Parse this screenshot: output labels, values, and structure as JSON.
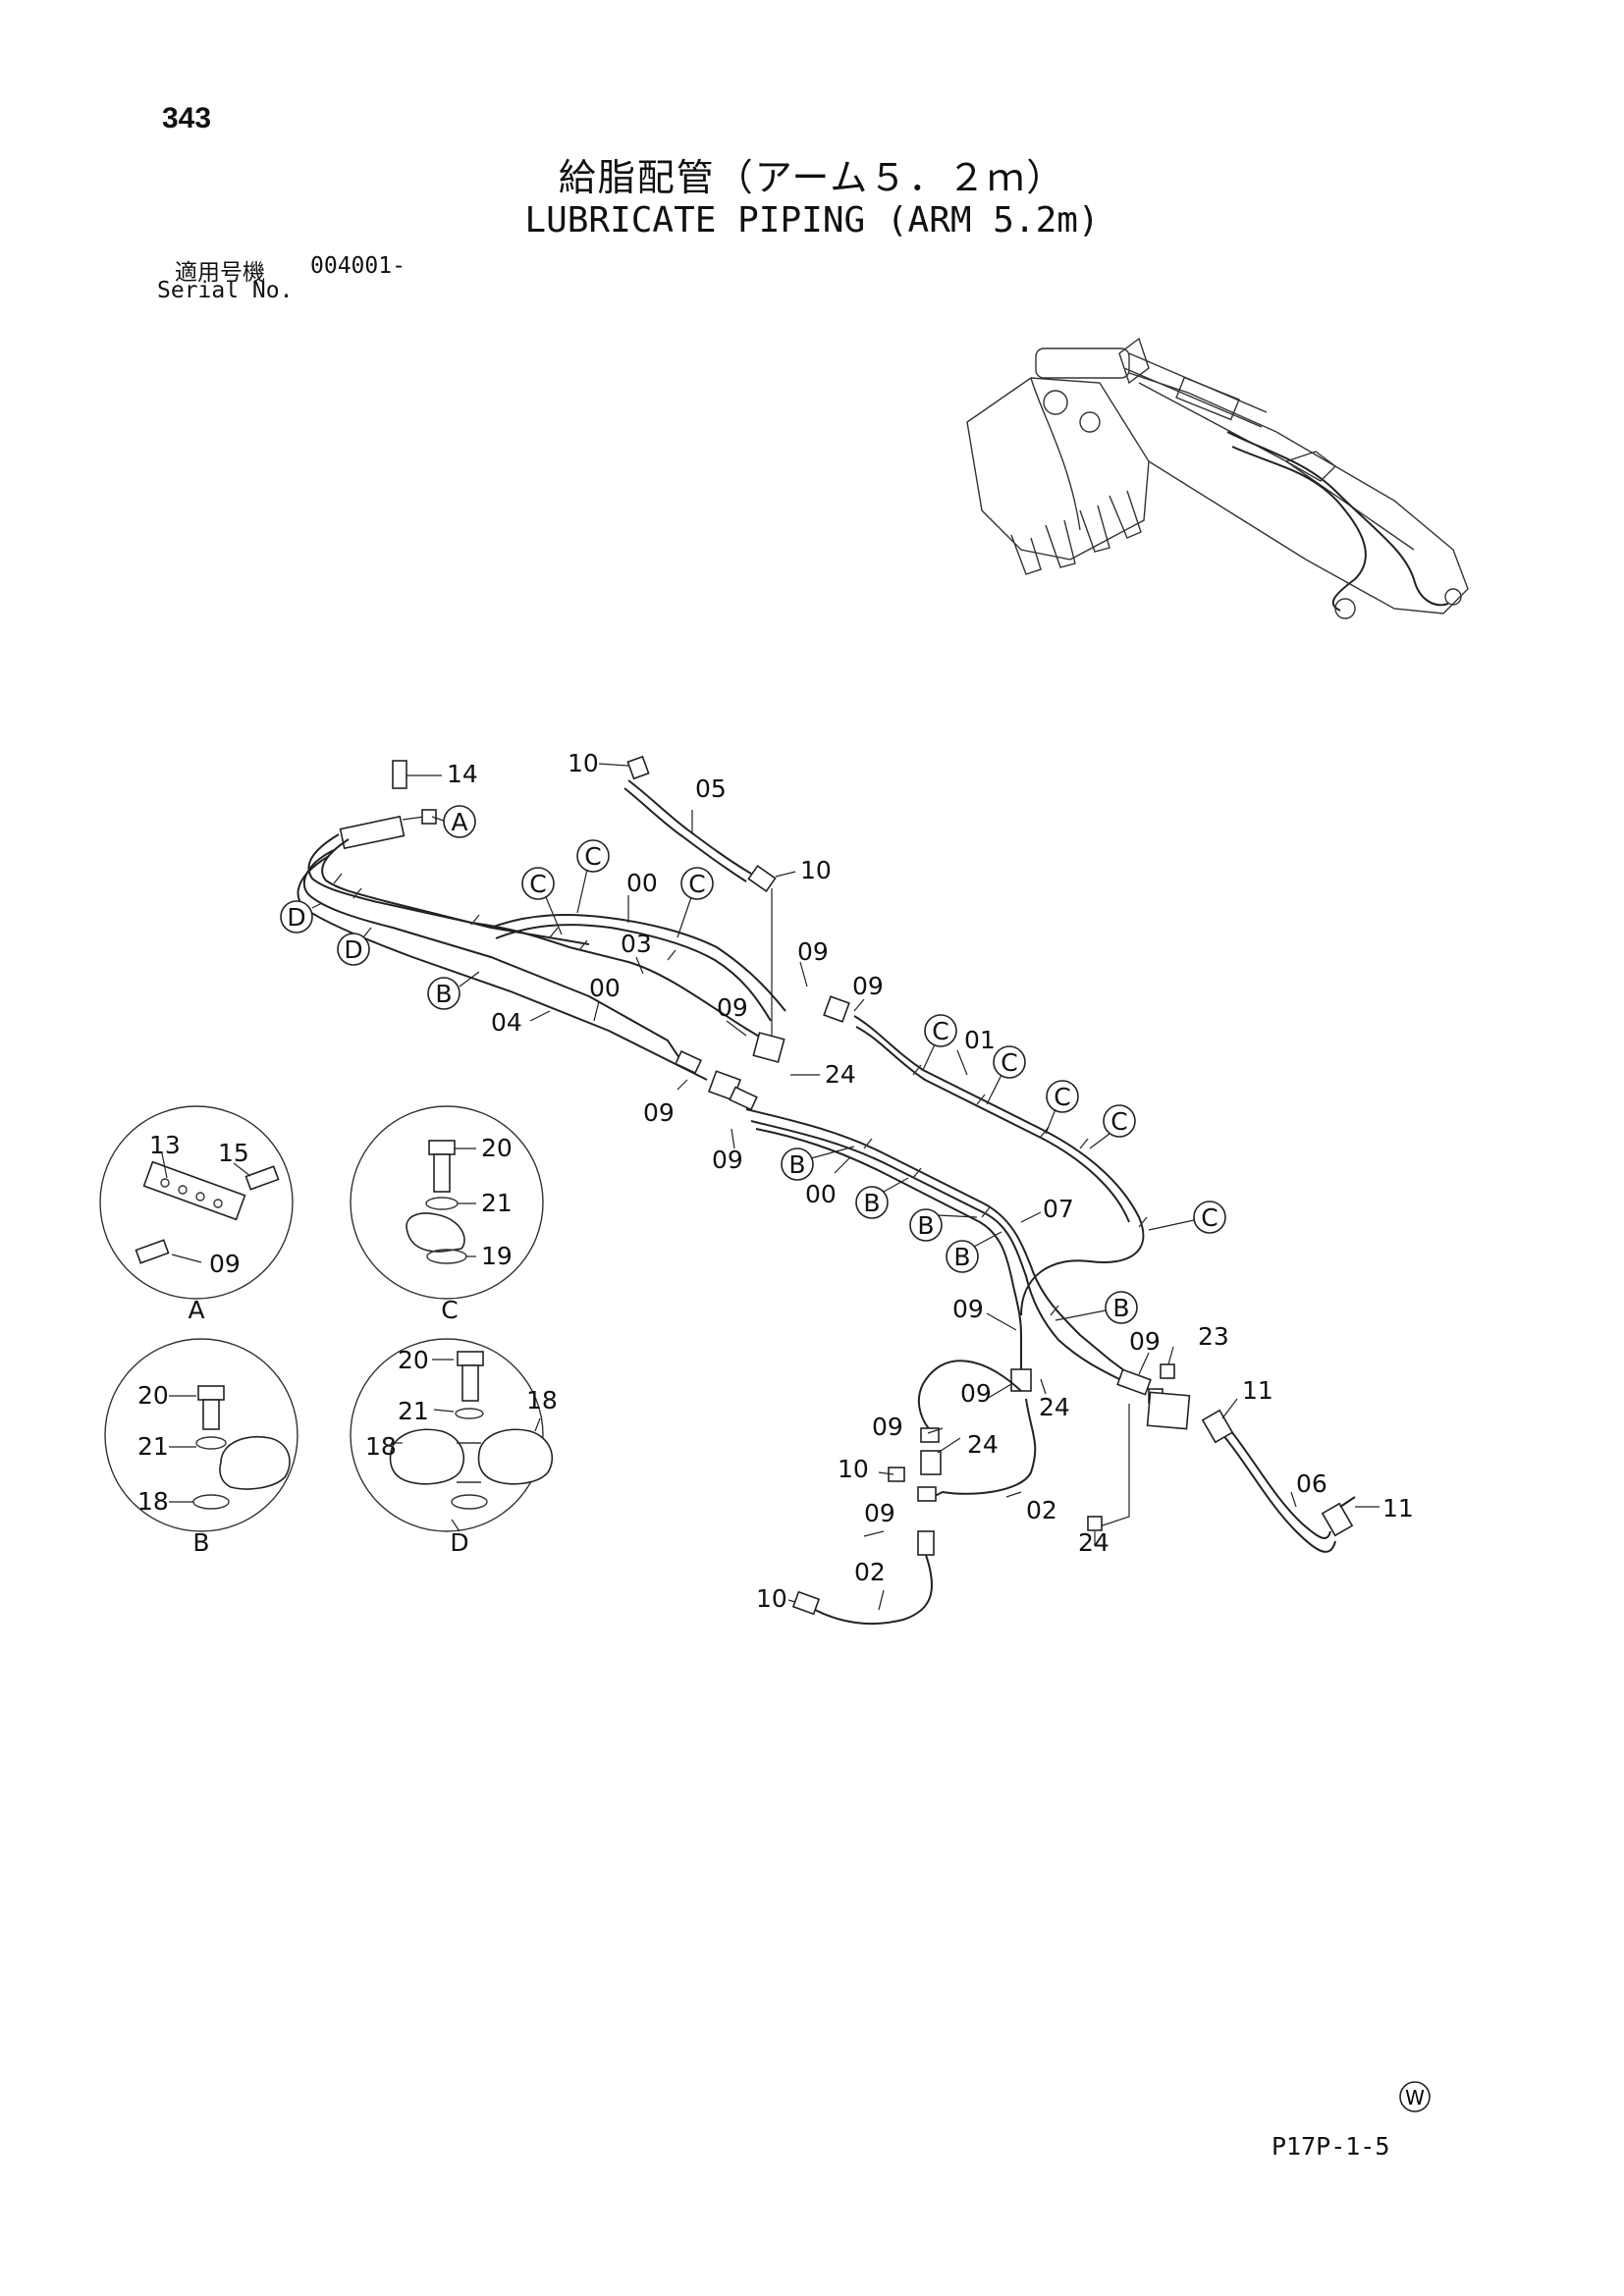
{
  "header": {
    "page_number": "343",
    "title_jp": "給脂配管（アーム５．２ｍ）",
    "title_en": "LUBRICATE PIPING (ARM 5.2m)",
    "serial_label_jp": "適用号機",
    "serial_value": "004001-",
    "serial_label_en": "Serial No."
  },
  "footer": {
    "page_code": "P17P-1-5",
    "mark": "W"
  },
  "diagram": {
    "labels": {
      "p14": "14",
      "p10a": "10",
      "p05": "05",
      "p10b": "10",
      "p00a": "00",
      "p03": "03",
      "p00b": "00",
      "p04": "04",
      "p09a": "09",
      "p09b": "09",
      "p09c": "09",
      "p24a": "24",
      "p01": "01",
      "p09d": "09",
      "p09e": "09",
      "p00c": "00",
      "p07": "07",
      "p09f": "09",
      "p09g": "09",
      "p23": "23",
      "p24b": "24",
      "p11a": "11",
      "p09h": "09",
      "p24c": "24",
      "p10c": "10",
      "p09i": "09",
      "p02a": "02",
      "p06": "06",
      "p11b": "11",
      "p24d": "24",
      "p02b": "02",
      "p10d": "10"
    },
    "callouts": {
      "A": "A",
      "B": "B",
      "C": "C",
      "D": "D"
    },
    "details": {
      "A": {
        "caption": "A",
        "labels": [
          "13",
          "15",
          "09"
        ]
      },
      "C": {
        "caption": "C",
        "labels": [
          "20",
          "21",
          "19"
        ]
      },
      "B": {
        "caption": "B",
        "labels": [
          "20",
          "21",
          "18"
        ]
      },
      "D": {
        "caption": "D",
        "labels": [
          "20",
          "21",
          "18",
          "18"
        ]
      }
    }
  }
}
